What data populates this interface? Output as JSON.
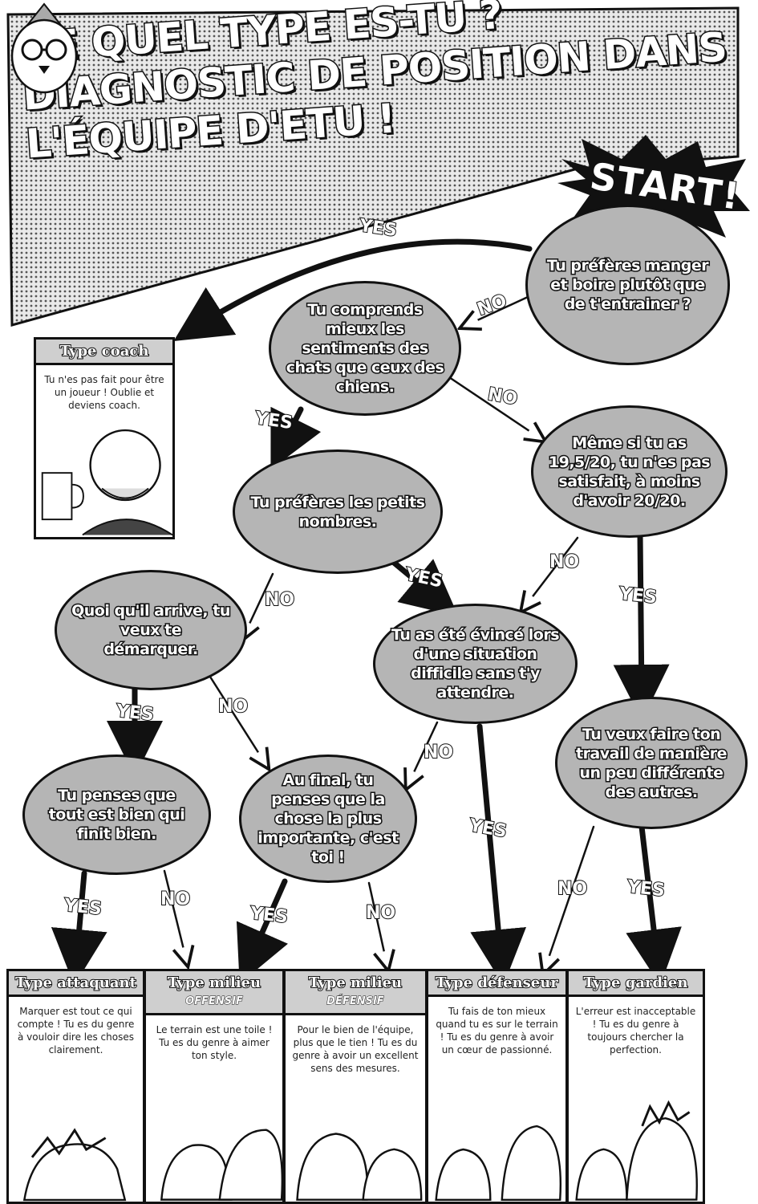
{
  "title": {
    "line1": "DE QUEL TYPE ES-TU ?",
    "line2": "DIAGNOSTIC DE POSITION DANS",
    "line3": "L'ÉQUIPE D'ETU !"
  },
  "start_label": "START!",
  "questions": {
    "q1": "Tu préfères manger et boire plutôt que de t'entrainer ?",
    "q2": "Tu comprends mieux les sentiments des chats que ceux des chiens.",
    "q3": "Même si tu as 19,5/20, tu n'es pas satisfait, à moins d'avoir 20/20.",
    "q4": "Tu préfères les petits nombres.",
    "q5": "Quoi qu'il arrive, tu veux te démarquer.",
    "q6": "Tu as été évincé lors d'une situation difficile sans t'y attendre.",
    "q7": "Tu veux faire ton travail de manière un peu différente des autres.",
    "q8": "Tu penses que tout est bien qui finit bien.",
    "q9": "Au final, tu penses que la chose la plus importante, c'est toi !"
  },
  "answers": {
    "yes": "YES",
    "no": "NO"
  },
  "coach": {
    "title": "Type coach",
    "description": "Tu n'es pas fait pour être un joueur ! Oublie et deviens coach."
  },
  "results": [
    {
      "title": "Type attaquant",
      "subtitle": "",
      "description": "Marquer est tout ce qui compte ! Tu es du genre à vouloir dire les choses clairement."
    },
    {
      "title": "Type milieu",
      "subtitle": "OFFENSIF",
      "description": "Le terrain est une toile ! Tu es du genre à aimer ton style."
    },
    {
      "title": "Type milieu",
      "subtitle": "DÉFENSIF",
      "description": "Pour le bien de l'équipe, plus que le tien ! Tu es du genre à avoir un excellent sens des mesures."
    },
    {
      "title": "Type défenseur",
      "subtitle": "",
      "description": "Tu fais de ton mieux quand tu es sur le terrain ! Tu es du genre à avoir un cœur de passionné."
    },
    {
      "title": "Type gardien",
      "subtitle": "",
      "description": "L'erreur est inacceptable ! Tu es du genre à toujours chercher la perfection."
    }
  ],
  "colors": {
    "bubble": "#b5b5b5",
    "ink": "#111111",
    "header": "#cfcfcf"
  }
}
